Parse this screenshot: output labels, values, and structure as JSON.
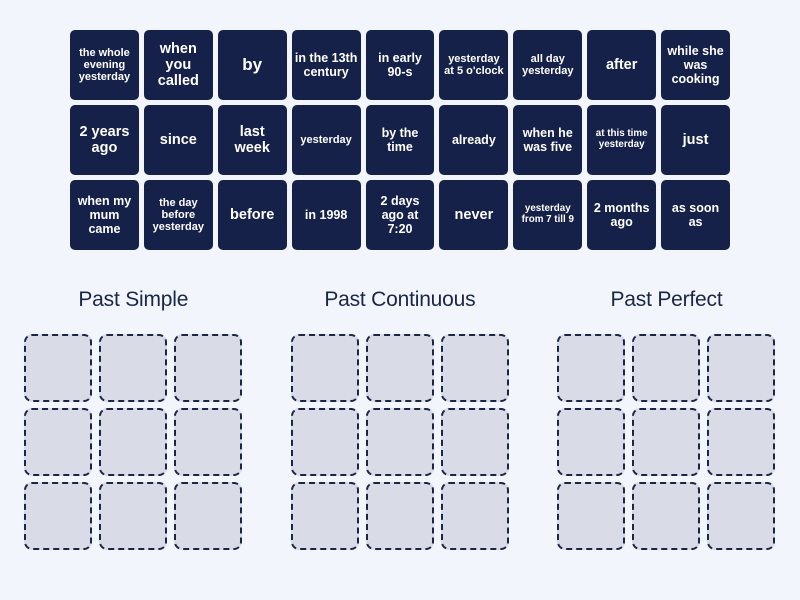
{
  "background_color": "#f2f5fb",
  "tile_color": "#16214a",
  "tile_text_color": "#ffffff",
  "dropslot_fill_color": "#d9dce7",
  "dropslot_border_color": "#1b2647",
  "heading_color": "#1b2647",
  "tiles": [
    {
      "label": "the whole evening yesterday",
      "size": "fs-11"
    },
    {
      "label": "when you called",
      "size": "fs-15"
    },
    {
      "label": "by",
      "size": "fs-18"
    },
    {
      "label": "in the 13th century",
      "size": "fs-13"
    },
    {
      "label": "in early 90-s",
      "size": "fs-13"
    },
    {
      "label": "yesterday at 5 o'clock",
      "size": "fs-11"
    },
    {
      "label": "all day yesterday",
      "size": "fs-11"
    },
    {
      "label": "after",
      "size": "fs-15"
    },
    {
      "label": "while she was cooking",
      "size": "fs-13"
    },
    {
      "label": "2 years ago",
      "size": "fs-15"
    },
    {
      "label": "since",
      "size": "fs-15"
    },
    {
      "label": "last week",
      "size": "fs-15"
    },
    {
      "label": "yesterday",
      "size": "fs-11"
    },
    {
      "label": "by the time",
      "size": "fs-13"
    },
    {
      "label": "already",
      "size": "fs-13"
    },
    {
      "label": "when he was five",
      "size": "fs-13"
    },
    {
      "label": "at this time yesterday",
      "size": "fs-10"
    },
    {
      "label": "just",
      "size": "fs-15"
    },
    {
      "label": "when my mum came",
      "size": "fs-13"
    },
    {
      "label": "the day before yesterday",
      "size": "fs-11"
    },
    {
      "label": "before",
      "size": "fs-15"
    },
    {
      "label": "in 1998",
      "size": "fs-13"
    },
    {
      "label": "2 days ago at 7:20",
      "size": "fs-13"
    },
    {
      "label": "never",
      "size": "fs-15"
    },
    {
      "label": "yesterday from 7 till 9",
      "size": "fs-10"
    },
    {
      "label": "2 months ago",
      "size": "fs-13"
    },
    {
      "label": "as soon as",
      "size": "fs-13"
    }
  ],
  "categories": [
    {
      "title": "Past Simple",
      "slots": 9
    },
    {
      "title": "Past Continuous",
      "slots": 9
    },
    {
      "title": "Past Perfect",
      "slots": 9
    }
  ]
}
